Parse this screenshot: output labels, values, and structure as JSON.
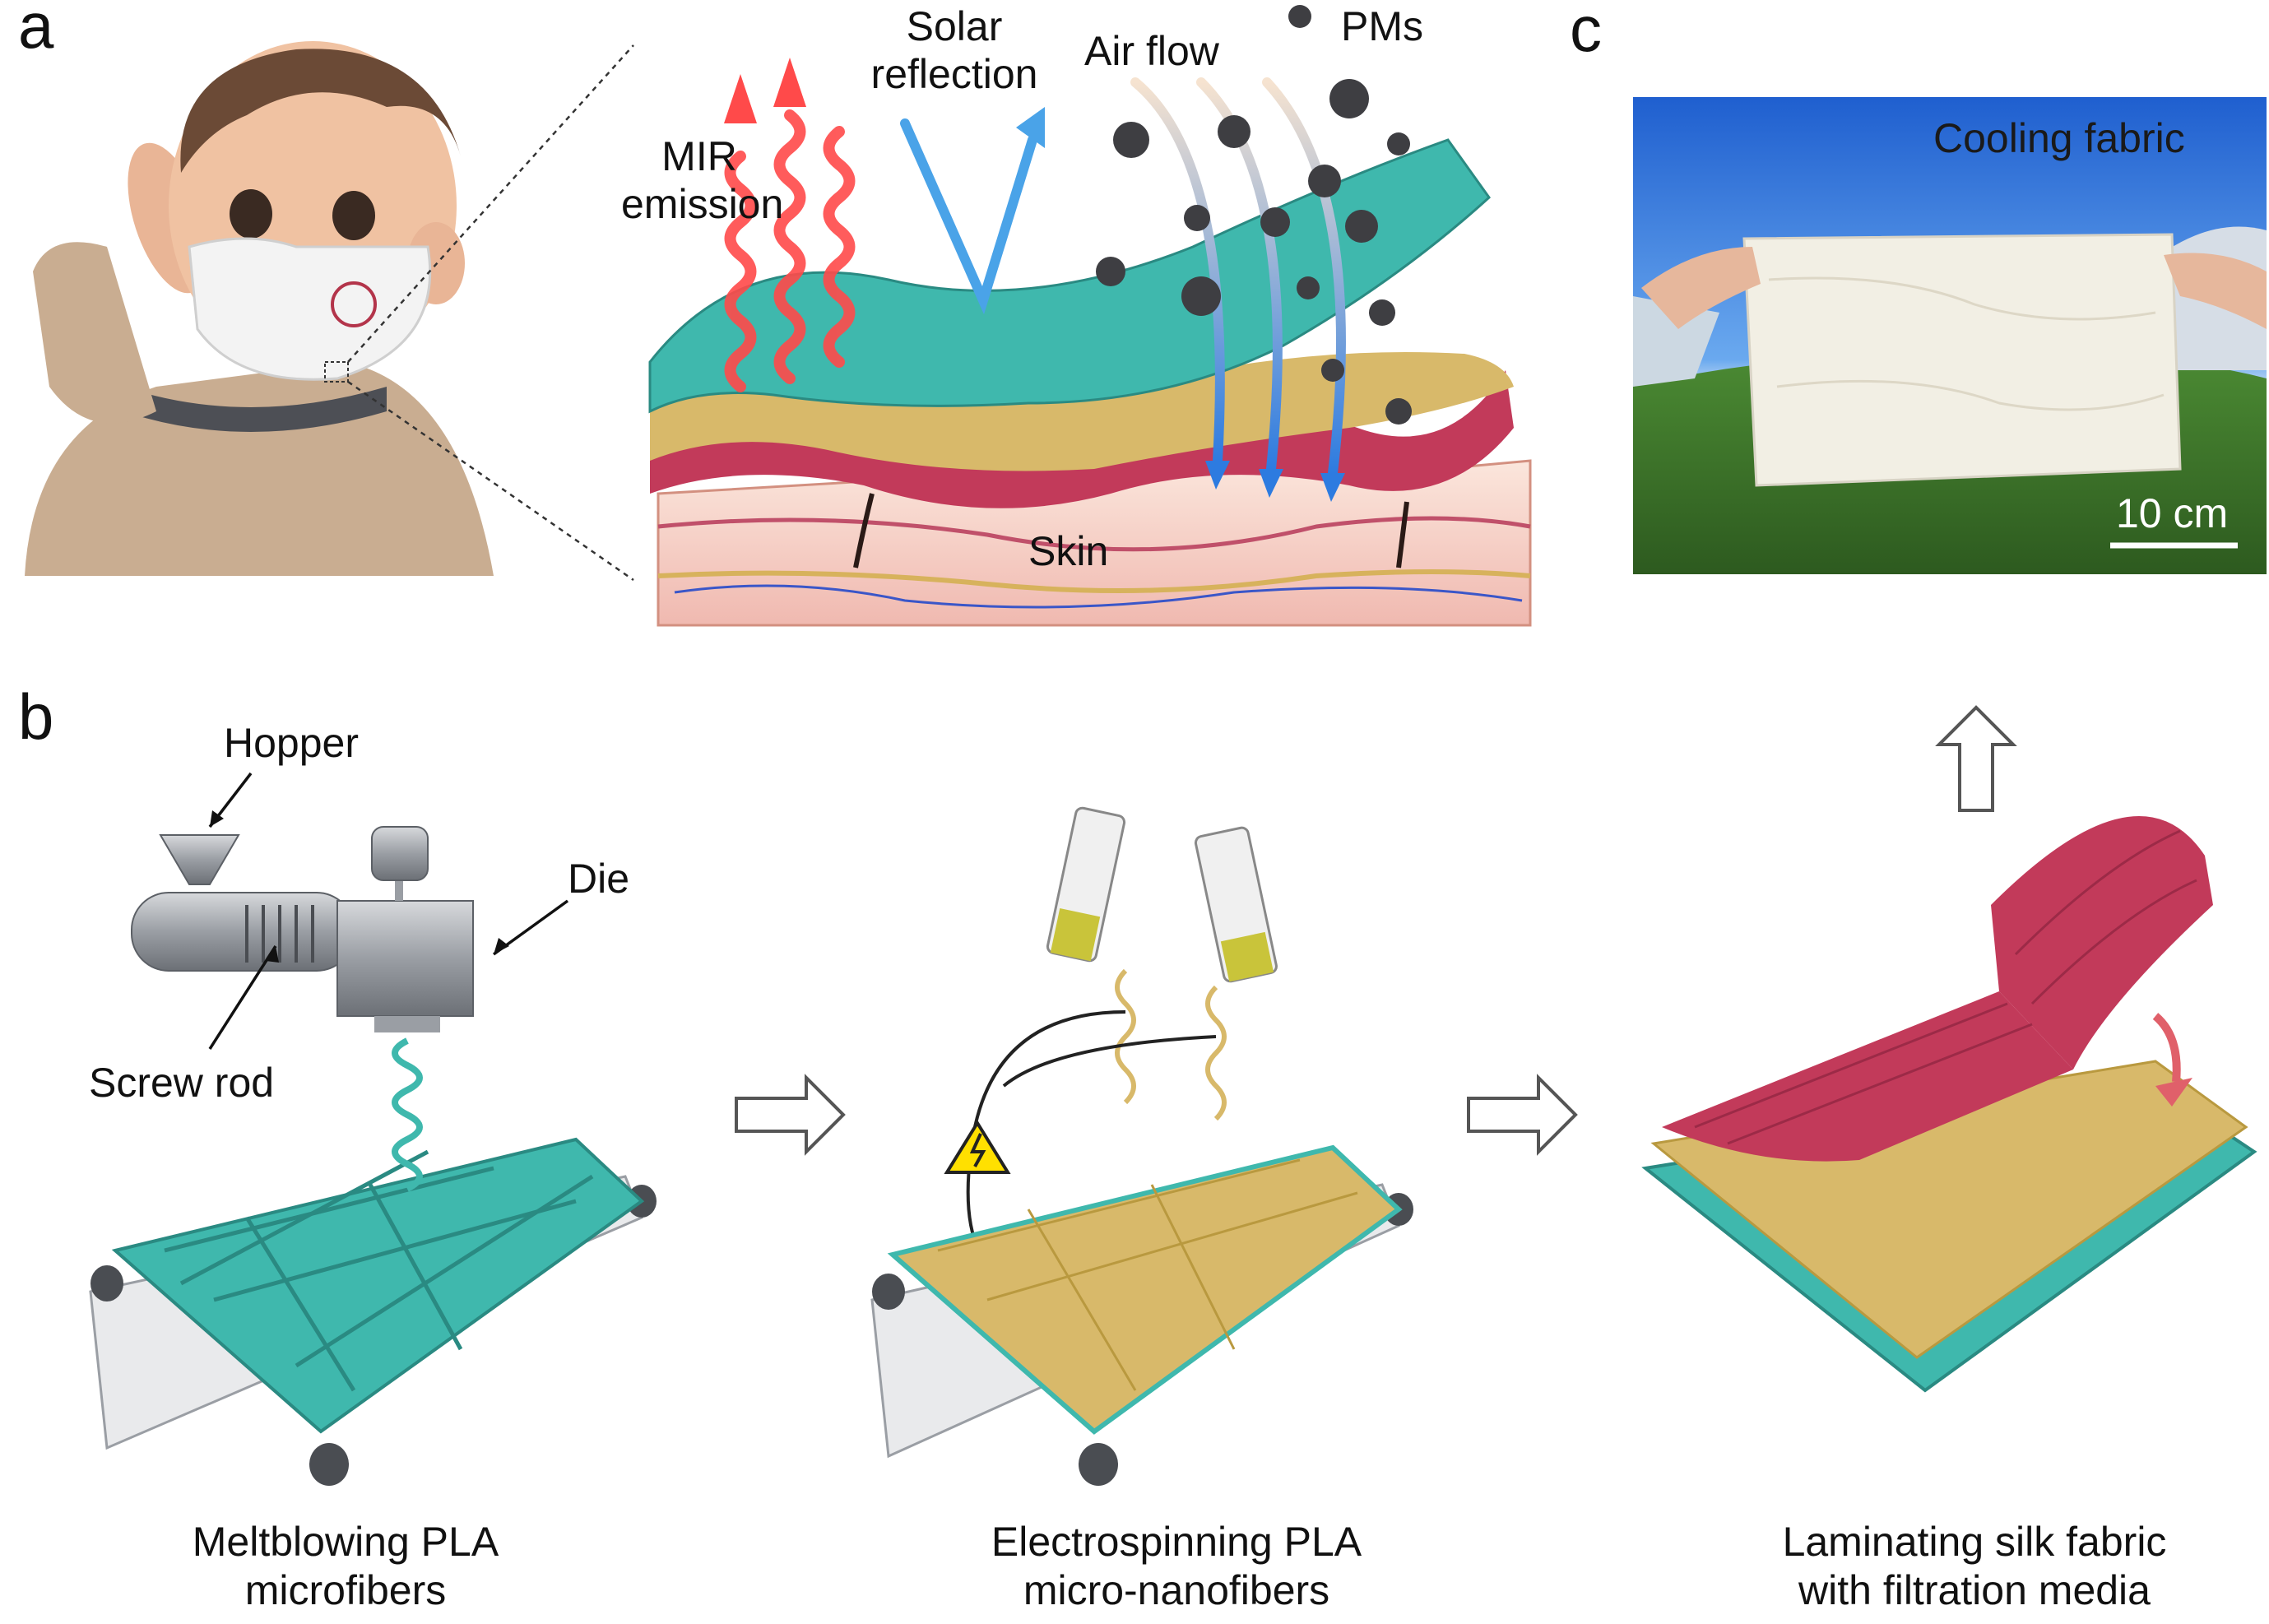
{
  "panels": {
    "a": {
      "letter": "a",
      "labels": {
        "mir": "MIR\nemission",
        "solar": "Solar\nreflection",
        "airflow": "Air flow",
        "pms": "PMs",
        "skin": "Skin"
      }
    },
    "b": {
      "letter": "b",
      "labels": {
        "hopper": "Hopper",
        "die": "Die",
        "screw_rod": "Screw rod"
      },
      "steps": [
        {
          "caption": "Meltblowing PLA\nmicrofibers"
        },
        {
          "caption": "Electrospinning PLA\nmicro-nanofibers"
        },
        {
          "caption": "Laminating silk fabric\nwith filtration media"
        }
      ]
    },
    "c": {
      "letter": "c",
      "photo_label": "Cooling fabric",
      "scale_bar": "10 cm"
    }
  },
  "colors": {
    "teal_fiber": "#3fb8ad",
    "gold_nanofiber": "#d8b96a",
    "silk_red": "#c23a5a",
    "ir_red": "#ff4a4a",
    "solar_blue": "#4aa3e8",
    "sky": "#2a6fd6",
    "grass": "#3f7a2a"
  }
}
